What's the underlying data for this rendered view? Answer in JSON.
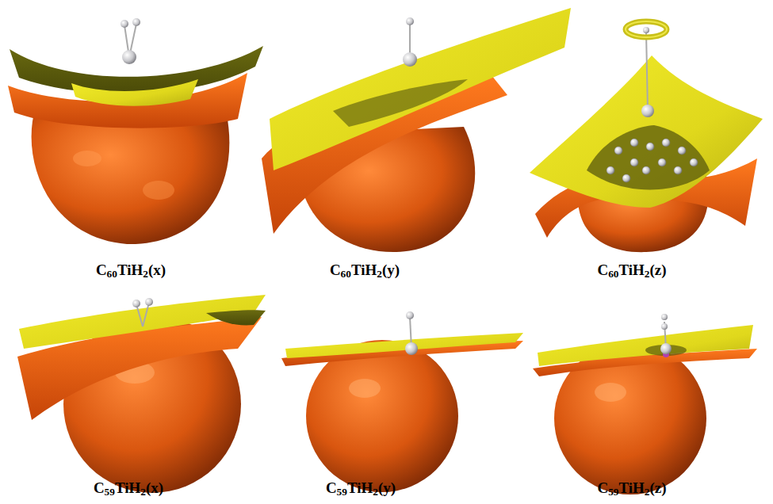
{
  "diagram": {
    "labels": [
      "C60TiH2(x)",
      "C60TiH2(y)",
      "C60TiH2(z)",
      "C59TiH2(x)",
      "C59TiH2(y)",
      "C59TiH2(z)"
    ]
  }
}
